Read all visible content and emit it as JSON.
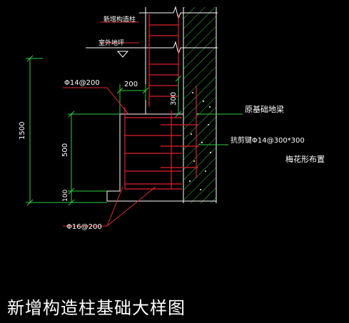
{
  "title": "新增构造柱基础大样图",
  "labels": {
    "new_column": "新增构造柱",
    "outdoor_ground": "室外地坪",
    "orig_beam": "原基础地梁",
    "shear_key": "抗剪键Φ14@300*300",
    "plum_layout": "梅花形布置",
    "rebar_top": "Φ14@200",
    "rebar_bottom": "Φ16@200"
  },
  "dimensions": {
    "total_height": "1500",
    "middle_height": "500",
    "bottom_height": "100",
    "step_width": "200",
    "step_depth": "300"
  },
  "colors": {
    "background": "#000000",
    "outline": "#ffffff",
    "rebar": "#e0202a",
    "dimension": "#2ecc40",
    "hatch": "#2ecc40",
    "leader": "#d92a2a",
    "text": "#ffffff"
  }
}
